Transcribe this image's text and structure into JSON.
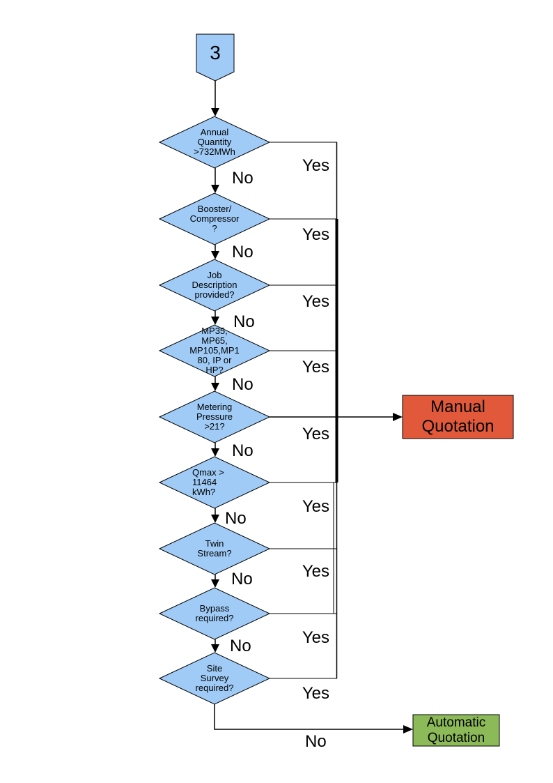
{
  "page": {
    "background": "#FFFFFF"
  },
  "colors": {
    "node_fill": "#9FCBF6",
    "node_border": "#000000",
    "manual_fill": "#E1593A",
    "auto_fill": "#8CBA58",
    "line": "#000000",
    "text": "#000000"
  },
  "connector": {
    "label": "3"
  },
  "decisions": [
    {
      "id": "annual-quantity",
      "text": "Annual\nQuantity\n>732MWh",
      "yes": "Yes",
      "no": "No"
    },
    {
      "id": "booster-compressor",
      "text": "Booster/\nCompressor\n?",
      "yes": "Yes",
      "no": "No"
    },
    {
      "id": "job-description",
      "text": "Job\nDescription\nprovided?",
      "yes": "Yes",
      "no": "No"
    },
    {
      "id": "pressure-tier",
      "text": "MP35,\nMP65,\nMP105,MP1\n80, IP or\nHP?",
      "yes": "Yes",
      "no": "No"
    },
    {
      "id": "metering-pressure",
      "text": "Metering\nPressure\n>21?",
      "yes": "Yes",
      "no": "No"
    },
    {
      "id": "qmax",
      "text": "Qmax >\n11464\nkWh?",
      "yes": "Yes",
      "no": "No"
    },
    {
      "id": "twin-stream",
      "text": "Twin\nStream?",
      "yes": "Yes",
      "no": "No"
    },
    {
      "id": "bypass",
      "text": "Bypass\nrequired?",
      "yes": "Yes",
      "no": "No"
    },
    {
      "id": "site-survey",
      "text": "Site\nSurvey\nrequired?",
      "yes": "Yes",
      "no": "No"
    }
  ],
  "outcomes": {
    "manual": {
      "text": "Manual\nQuotation"
    },
    "automatic": {
      "text": "Automatic\nQuotation"
    }
  }
}
